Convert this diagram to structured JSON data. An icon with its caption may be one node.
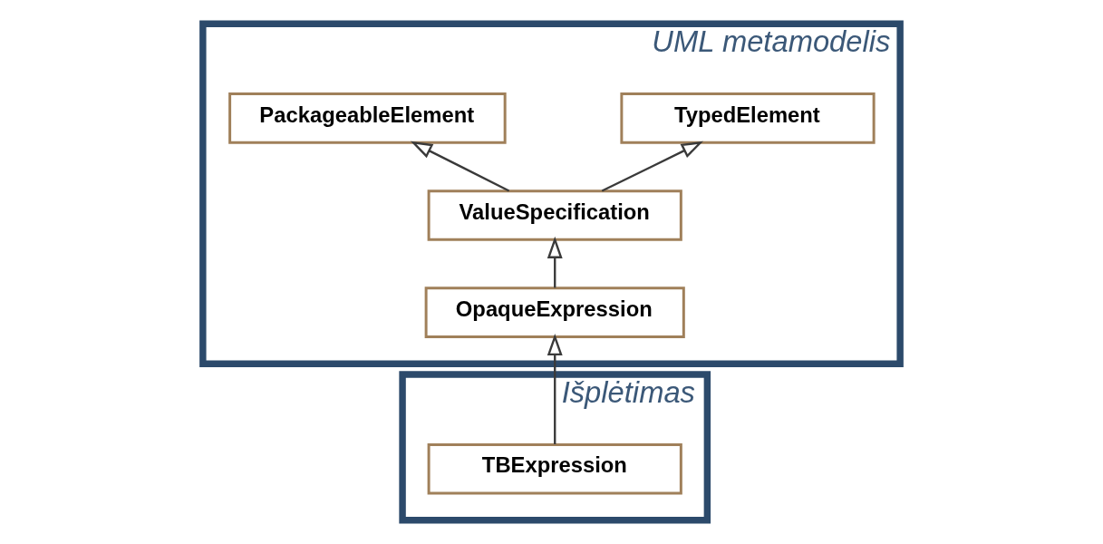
{
  "diagram": {
    "nodes": [
      {
        "text": [
          "UML metamodelis"
        ]
      },
      {
        "text": [
          "PackageableElement"
        ],
        "in": 0
      },
      {
        "text": [
          "TypedElement"
        ],
        "in": 0
      },
      {
        "text": [
          "ValueSpecification"
        ],
        "in": 0
      },
      {
        "text": [
          "OpaqueExpression"
        ],
        "in": 0
      },
      {
        "text": [
          "Išplėtimas"
        ]
      },
      {
        "text": [
          "TBExpression"
        ],
        "in": 5
      }
    ],
    "edges": [
      {
        "from": 3,
        "to": 1,
        "arrow": "to"
      },
      {
        "from": 3,
        "to": 2,
        "arrow": "to"
      },
      {
        "from": 4,
        "to": 3,
        "arrow": "to"
      },
      {
        "from": 6,
        "to": 4,
        "arrow": "to"
      }
    ]
  }
}
